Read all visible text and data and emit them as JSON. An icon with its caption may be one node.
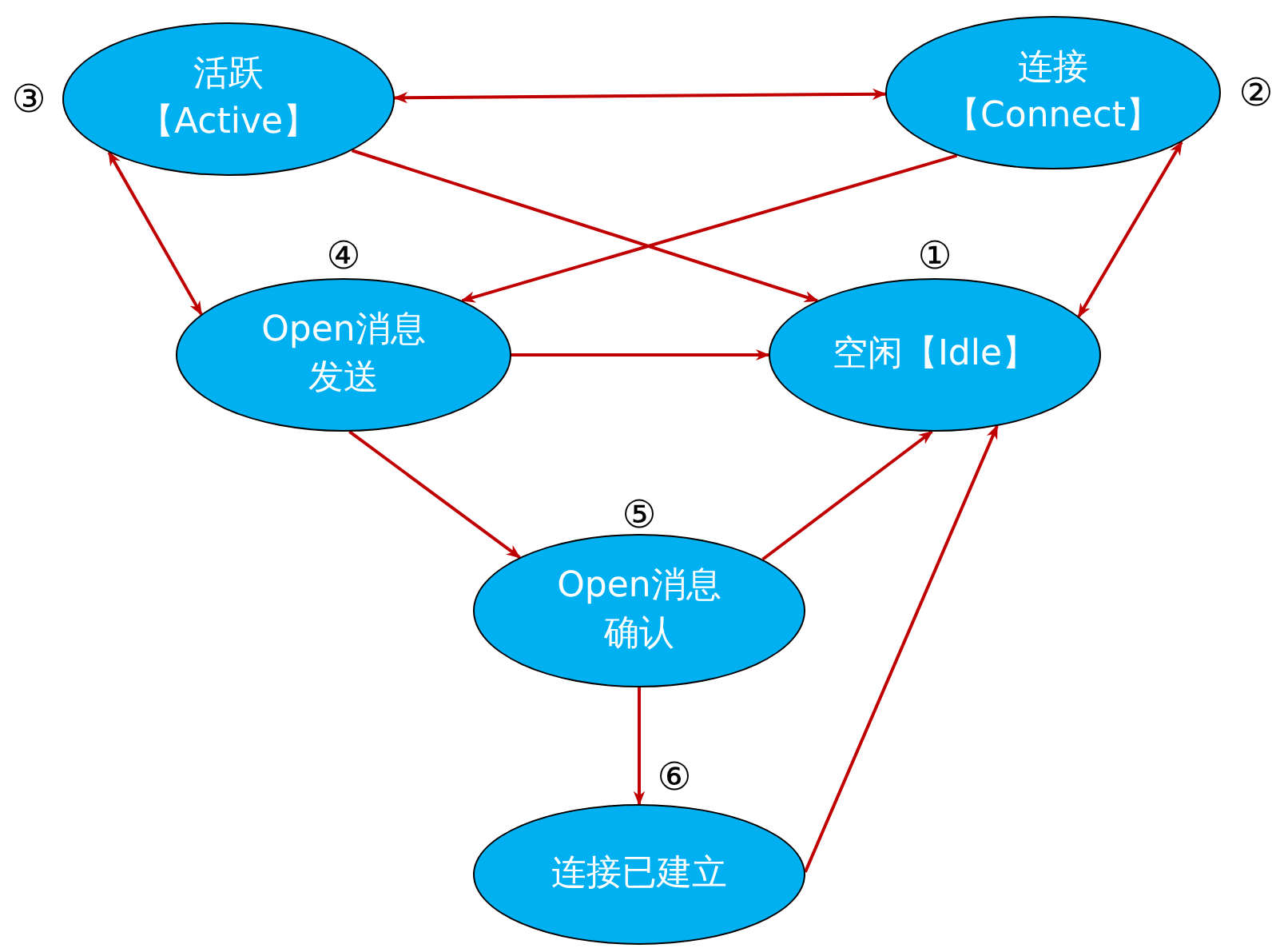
{
  "diagram": {
    "nodes": [
      {
        "text": [
          "活跃【Active】"
        ],
        "beside": [
          "③"
        ]
      },
      {
        "text": [
          "连接【Connect】"
        ],
        "beside": [
          "②"
        ]
      },
      {
        "text": [
          "Open消息发送"
        ],
        "beside": [
          "④"
        ]
      },
      {
        "text": [
          "空闲【Idle】"
        ],
        "beside": [
          "①"
        ]
      },
      {
        "text": [
          "Open消息确认"
        ],
        "beside": [
          "⑤"
        ]
      },
      {
        "text": [
          "连接已建立"
        ],
        "beside": [
          "⑥"
        ]
      }
    ],
    "edges": [
      {
        "from": 0,
        "to": 1,
        "arrow": "both"
      },
      {
        "from": 0,
        "to": 3,
        "arrow": "to"
      },
      {
        "from": 1,
        "to": 2,
        "arrow": "to"
      },
      {
        "from": 0,
        "to": 2,
        "arrow": "both"
      },
      {
        "from": 1,
        "to": 3,
        "arrow": "both"
      },
      {
        "from": 2,
        "to": 3,
        "arrow": "to"
      },
      {
        "from": 2,
        "to": 4,
        "arrow": "to"
      },
      {
        "from": 4,
        "to": 3,
        "arrow": "to"
      },
      {
        "from": 4,
        "to": 5,
        "arrow": "to"
      },
      {
        "from": 5,
        "to": 3,
        "arrow": "to"
      }
    ]
  }
}
